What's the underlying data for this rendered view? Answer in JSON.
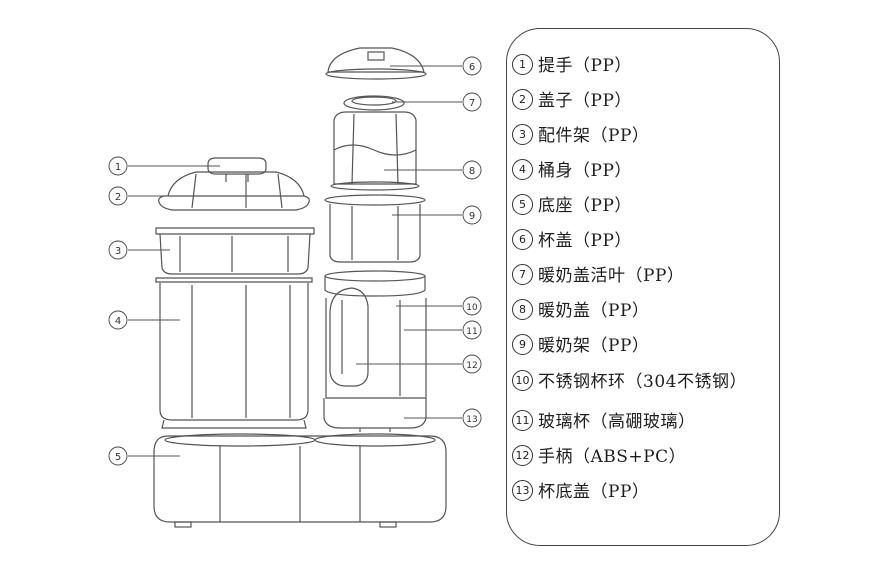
{
  "callouts": [
    "1",
    "2",
    "3",
    "4",
    "5",
    "6",
    "7",
    "8",
    "9",
    "10",
    "11",
    "12",
    "13"
  ],
  "legend": [
    {
      "num": "1",
      "text": "提手（PP）"
    },
    {
      "num": "2",
      "text": "盖子（PP）"
    },
    {
      "num": "3",
      "text": "配件架（PP）"
    },
    {
      "num": "4",
      "text": "桶身（PP）"
    },
    {
      "num": "5",
      "text": "底座（PP）"
    },
    {
      "num": "6",
      "text": "杯盖（PP）"
    },
    {
      "num": "7",
      "text": "暖奶盖活叶（PP）"
    },
    {
      "num": "8",
      "text": "暖奶盖（PP）"
    },
    {
      "num": "9",
      "text": "暖奶架（PP）"
    },
    {
      "num": "10",
      "text": "不锈钢杯环（304不锈钢）"
    },
    {
      "num": "11",
      "text": "玻璃杯（高硼玻璃）"
    },
    {
      "num": "12",
      "text": "手柄（ABS+PC）"
    },
    {
      "num": "13",
      "text": "杯底盖（PP）"
    }
  ]
}
